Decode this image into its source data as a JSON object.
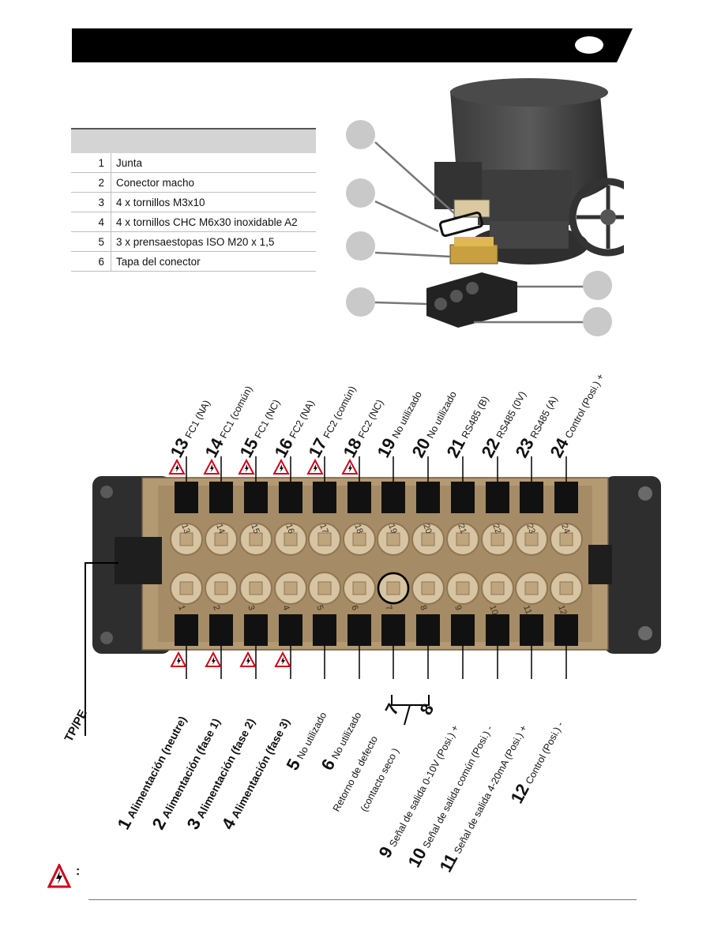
{
  "header": {
    "badge_text": ""
  },
  "parts_table": {
    "header_label": "",
    "rows": [
      {
        "num": "1",
        "desc": "Junta"
      },
      {
        "num": "2",
        "desc": "Conector macho"
      },
      {
        "num": "3",
        "desc": "4 x tornillos M3x10"
      },
      {
        "num": "4",
        "desc": "4 x tornillos CHC M6x30 inoxidable A2"
      },
      {
        "num": "5",
        "desc": "3 x prensaestopas ISO M20 x 1,5"
      },
      {
        "num": "6",
        "desc": "Tapa del conector"
      }
    ]
  },
  "top_terminals": [
    {
      "num": "13",
      "desc": "FC1 (NA)",
      "hazard": true
    },
    {
      "num": "14",
      "desc": "FC1 (común)",
      "hazard": true
    },
    {
      "num": "15",
      "desc": "FC1 (NC)",
      "hazard": true
    },
    {
      "num": "16",
      "desc": "FC2 (NA)",
      "hazard": true
    },
    {
      "num": "17",
      "desc": "FC2 (común)",
      "hazard": true
    },
    {
      "num": "18",
      "desc": "FC2 (NC)",
      "hazard": true
    },
    {
      "num": "19",
      "desc": "No utilizado",
      "hazard": false
    },
    {
      "num": "20",
      "desc": "No utilizado",
      "hazard": false
    },
    {
      "num": "21",
      "desc": "RS485 (B)",
      "hazard": false
    },
    {
      "num": "22",
      "desc": "RS485 (0V)",
      "hazard": false
    },
    {
      "num": "23",
      "desc": "RS485 (A)",
      "hazard": false
    },
    {
      "num": "24",
      "desc": "Control (Posi.) +",
      "hazard": false
    }
  ],
  "bottom_terminals": [
    {
      "num": "1",
      "desc": "Alimentación (neutre)",
      "hazard": true,
      "bold": true
    },
    {
      "num": "2",
      "desc": "Alimentación (fase 1)",
      "hazard": true,
      "bold": true
    },
    {
      "num": "3",
      "desc": "Alimentación (fase 2)",
      "hazard": true,
      "bold": true
    },
    {
      "num": "4",
      "desc": "Alimentación (fase 3)",
      "hazard": true,
      "bold": true
    },
    {
      "num": "5",
      "desc": "No utilizado",
      "hazard": false,
      "bold": false
    },
    {
      "num": "6",
      "desc": "No utilizado",
      "hazard": false,
      "bold": false
    },
    {
      "num": "7",
      "desc": "",
      "hazard": false,
      "bold": false
    },
    {
      "num": "8",
      "desc": "",
      "hazard": false,
      "bold": false
    },
    {
      "num": "9",
      "desc": "Señal de salida 0-10V (Posi.) +",
      "hazard": false,
      "bold": false
    },
    {
      "num": "10",
      "desc": "Señal de salida común (Posi.) -",
      "hazard": false,
      "bold": false
    },
    {
      "num": "11",
      "desc": "Señal de salida 4-20mA (Posi.) +",
      "hazard": false,
      "bold": false
    },
    {
      "num": "12",
      "desc": "Control (Posi.) -",
      "hazard": false,
      "bold": false
    }
  ],
  "retorno_label_line1": "Retorno de defecto",
  "retorno_label_line2": "(contacto seco )",
  "ground_label": "TP/PE",
  "block_numbers_top": [
    "13",
    "14",
    "15",
    "16",
    "17",
    "18",
    "19",
    "20",
    "21",
    "22",
    "23",
    "24"
  ],
  "block_numbers_bottom": [
    "1",
    "2",
    "3",
    "4",
    "5",
    "6",
    "7",
    "8",
    "9",
    "10",
    "11",
    "12"
  ],
  "footer": {
    "colon": ":"
  },
  "colors": {
    "brass": "#b39a73",
    "brass_dark": "#8f7652",
    "housing": "#2e2e2e",
    "hazard_red": "#d0021b",
    "header_black": "#000000"
  }
}
